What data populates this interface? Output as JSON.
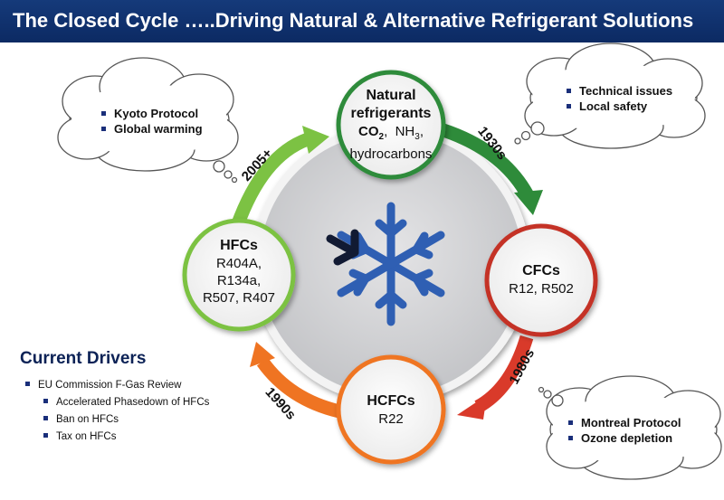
{
  "title": "The Closed Cycle …..Driving Natural & Alternative Refrigerant Solutions",
  "colors": {
    "banner": "#0c2a63",
    "green_dark": "#2e8b3a",
    "green_light": "#7cc243",
    "red": "#d93a2a",
    "orange": "#ef7422",
    "navy": "#1a2f7a"
  },
  "nodes": {
    "natural": {
      "title_line1": "Natural",
      "title_line2": "refrigerants",
      "co2_main": "CO",
      "co2_sub": "2",
      "nh3_main": "NH",
      "nh3_sub": "3",
      "line3": "hydrocarbons"
    },
    "cfcs": {
      "title": "CFCs",
      "values": "R12,  R502"
    },
    "hcfcs": {
      "title": "HCFCs",
      "values": "R22"
    },
    "hfcs": {
      "title": "HFCs",
      "line1": "R404A,",
      "line2": "R134a,",
      "line3": "R507,  R407"
    }
  },
  "periods": {
    "p1930": "1930s",
    "p1980": "1980s",
    "p1990": "1990s",
    "p2005": "2005+"
  },
  "clouds": {
    "top_left": [
      "Kyoto Protocol",
      "Global warming"
    ],
    "top_right": [
      "Technical issues",
      "Local safety"
    ],
    "bottom_right": [
      "Montreal Protocol",
      "Ozone depletion"
    ]
  },
  "drivers": {
    "title": "Current Drivers",
    "main": "EU Commission F-Gas Review",
    "subs": [
      "Accelerated Phasedown of HFCs",
      "Ban on HFCs",
      "Tax on HFCs"
    ]
  }
}
